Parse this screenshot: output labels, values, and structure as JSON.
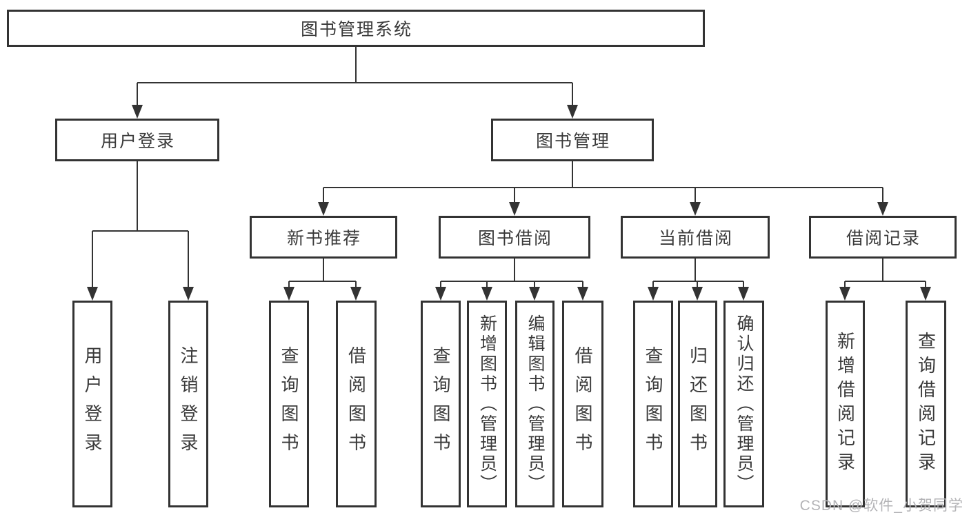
{
  "colors": {
    "line": "#333333",
    "text": "#3a3a3a",
    "background": "#ffffff",
    "watermark": "#b3b3b6"
  },
  "watermark": {
    "text": "CSDN @软件_小贺同学"
  },
  "diagram": {
    "root": {
      "label": "图书管理系统",
      "children": [
        {
          "label": "用户登录",
          "children": [
            {
              "label": "用户登录"
            },
            {
              "label": "注销登录"
            }
          ]
        },
        {
          "label": "图书管理",
          "children": [
            {
              "label": "新书推荐",
              "children": [
                {
                  "label": "查询图书"
                },
                {
                  "label": "借阅图书"
                }
              ]
            },
            {
              "label": "图书借阅",
              "children": [
                {
                  "label": "查询图书"
                },
                {
                  "label": "新增图书（管理员）"
                },
                {
                  "label": "编辑图书（管理员）"
                },
                {
                  "label": "借阅图书"
                }
              ]
            },
            {
              "label": "当前借阅",
              "children": [
                {
                  "label": "查询图书"
                },
                {
                  "label": "归还图书"
                },
                {
                  "label": "确认归还（管理员）"
                }
              ]
            },
            {
              "label": "借阅记录",
              "children": [
                {
                  "label": "新增借阅记录"
                },
                {
                  "label": "查询借阅记录"
                }
              ]
            }
          ]
        }
      ]
    }
  }
}
